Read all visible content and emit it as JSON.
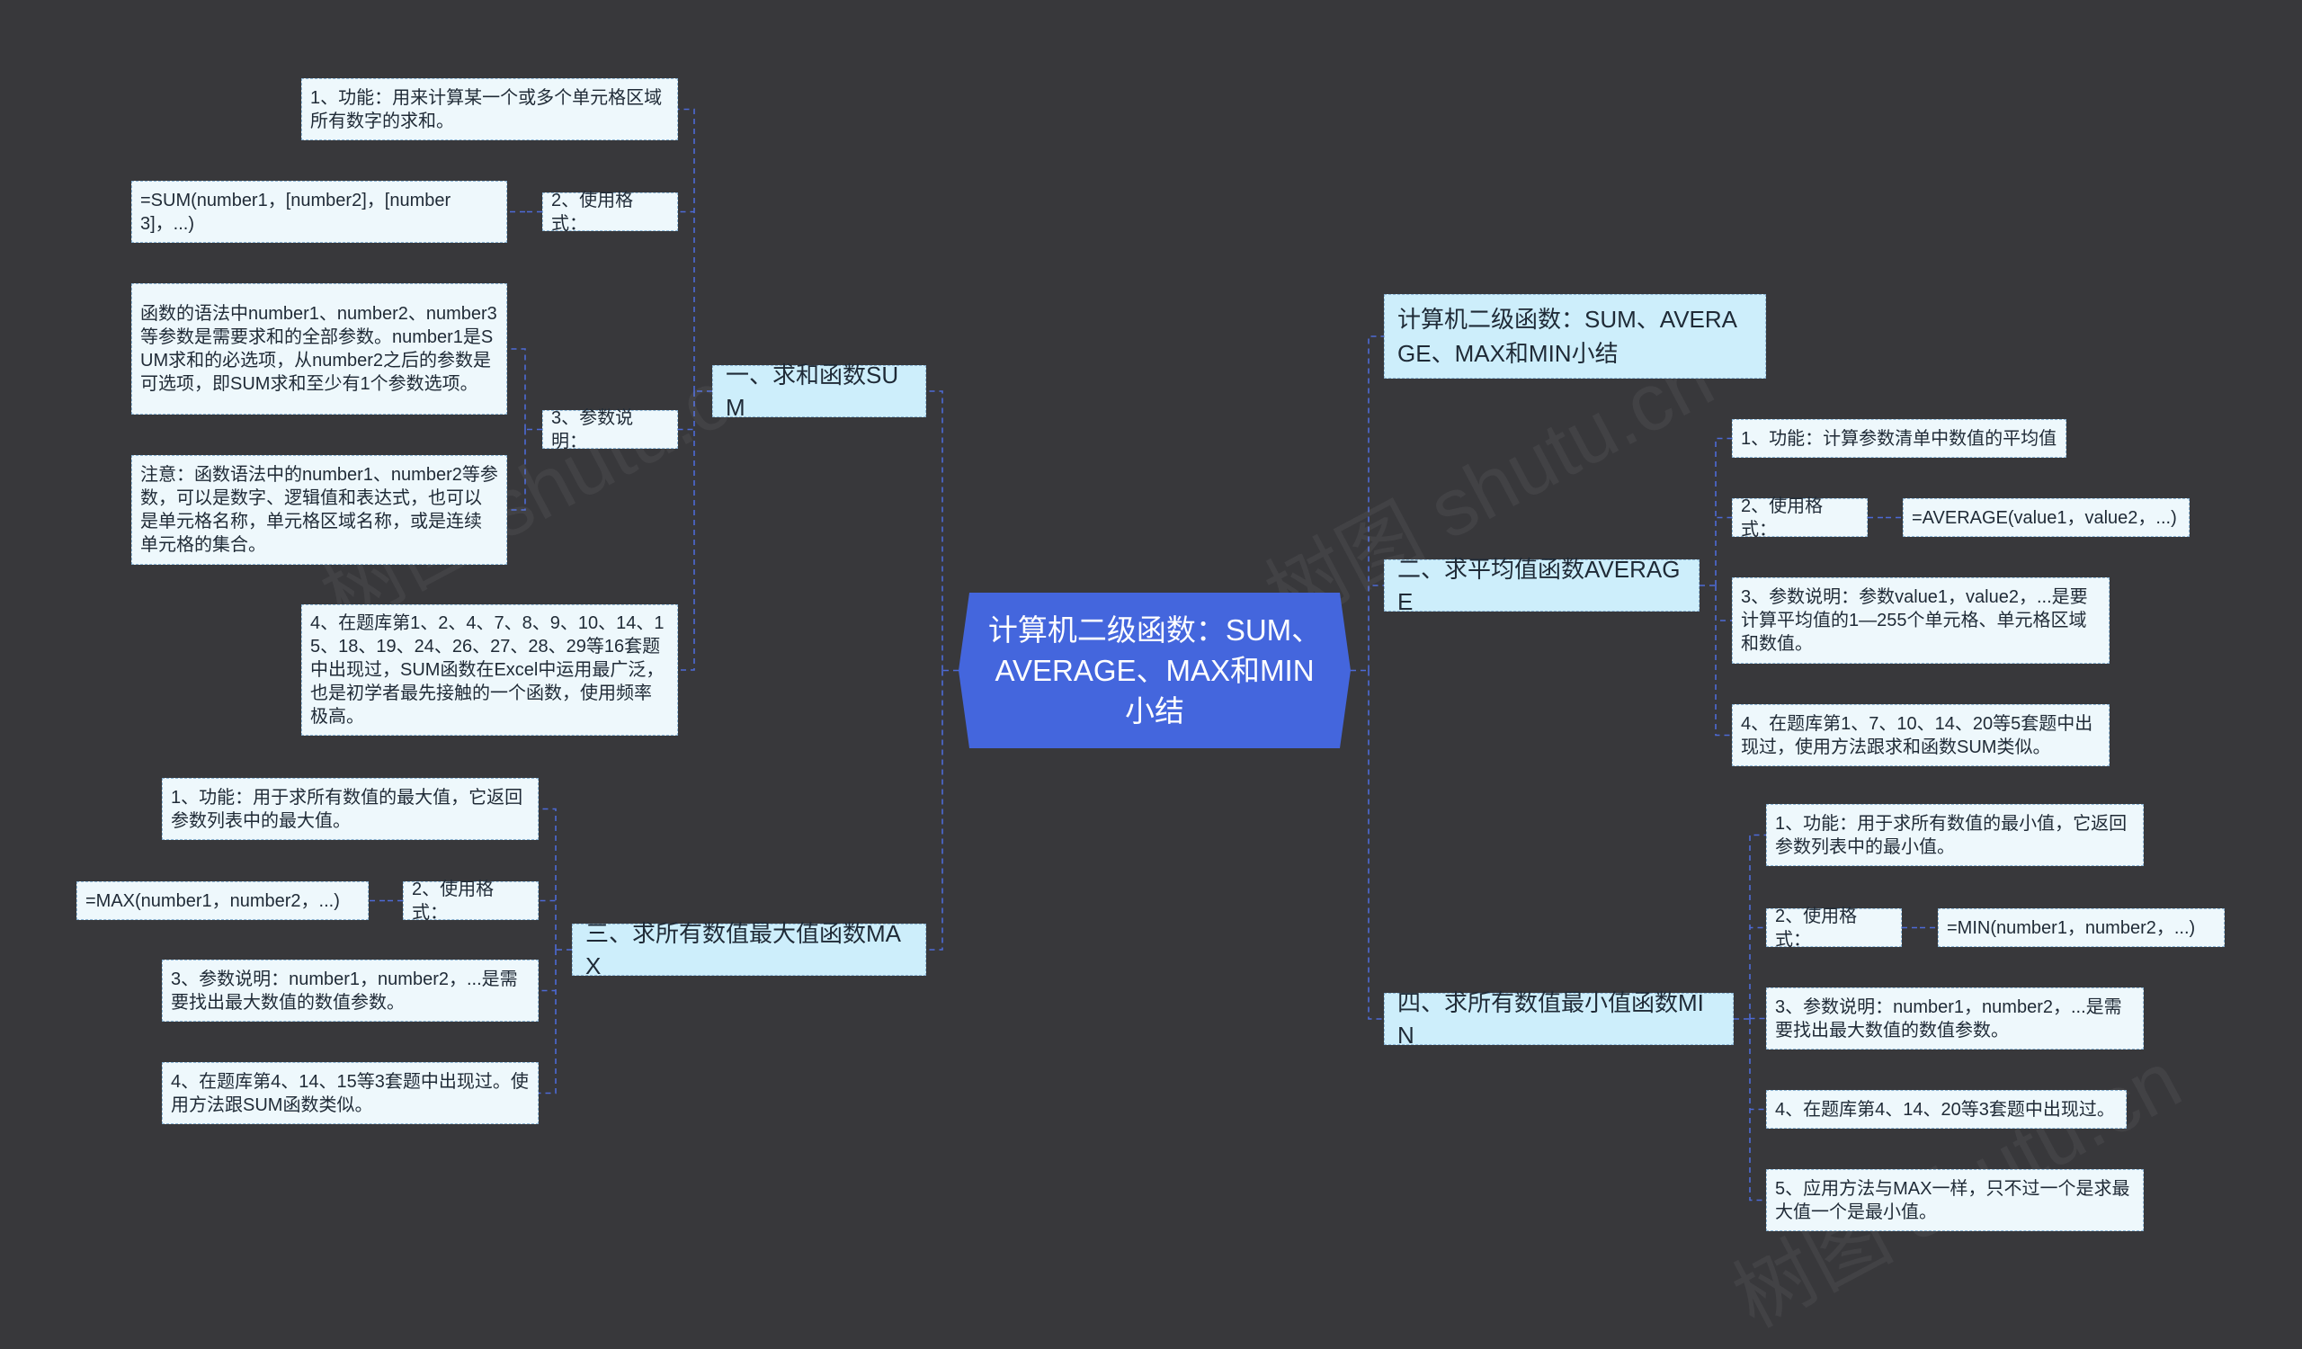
{
  "root": {
    "label": "计算机二级函数：SUM、AVERAGE、MAX和MIN小结"
  },
  "title_node": {
    "label": "计算机二级函数：SUM、AVERAGE、MAX和MIN小结"
  },
  "watermark": "树图 shutu.cn",
  "branches": {
    "sum": {
      "label": "一、求和函数SUM",
      "items": [
        {
          "label": "1、功能：用来计算某一个或多个单元格区域所有数字的求和。"
        },
        {
          "label": "2、使用格式：",
          "child": "=SUM(number1，[number2]，[number3]，...)"
        },
        {
          "label": "3、参数说明：",
          "children": [
            "函数的语法中number1、number2、number3等参数是需要求和的全部参数。number1是SUM求和的必选项，从number2之后的参数是可选项，即SUM求和至少有1个参数选项。",
            "注意：函数语法中的number1、number2等参数，可以是数字、逻辑值和表达式，也可以是单元格名称，单元格区域名称，或是连续单元格的集合。"
          ]
        },
        {
          "label": "4、在题库第1、2、4、7、8、9、10、14、15、18、19、24、26、27、28、29等16套题中出现过，SUM函数在Excel中运用最广泛，也是初学者最先接触的一个函数，使用频率极高。"
        }
      ]
    },
    "max": {
      "label": "三、求所有数值最大值函数MAX",
      "items": [
        {
          "label": "1、功能：用于求所有数值的最大值，它返回参数列表中的最大值。"
        },
        {
          "label": "2、使用格式：",
          "child": "=MAX(number1，number2，...)"
        },
        {
          "label": "3、参数说明：number1，number2，...是需要找出最大数值的数值参数。"
        },
        {
          "label": "4、在题库第4、14、15等3套题中出现过。使用方法跟SUM函数类似。"
        }
      ]
    },
    "average": {
      "label": "二、求平均值函数AVERAGE",
      "items": [
        {
          "label": "1、功能：计算参数清单中数值的平均值"
        },
        {
          "label": "2、使用格式：",
          "child": "=AVERAGE(value1，value2，...)"
        },
        {
          "label": "3、参数说明：参数value1，value2，...是要计算平均值的1—255个单元格、单元格区域和数值。"
        },
        {
          "label": "4、在题库第1、7、10、14、20等5套题中出现过，使用方法跟求和函数SUM类似。"
        }
      ]
    },
    "min": {
      "label": "四、求所有数值最小值函数MIN",
      "items": [
        {
          "label": "1、功能：用于求所有数值的最小值，它返回参数列表中的最小值。"
        },
        {
          "label": "2、使用格式：",
          "child": "=MIN(number1，number2，...)"
        },
        {
          "label": "3、参数说明：number1，number2，...是需要找出最大数值的数值参数。"
        },
        {
          "label": "4、在题库第4、14、20等3套题中出现过。"
        },
        {
          "label": "5、应用方法与MAX一样，只不过一个是求最大值一个是最小值。"
        }
      ]
    }
  },
  "colors": {
    "background": "#38383b",
    "root_fill": "#4466dd",
    "branch_fill": "#cdeefb",
    "leaf_fill": "#eef8fc",
    "connector": "#4d6ad6"
  }
}
